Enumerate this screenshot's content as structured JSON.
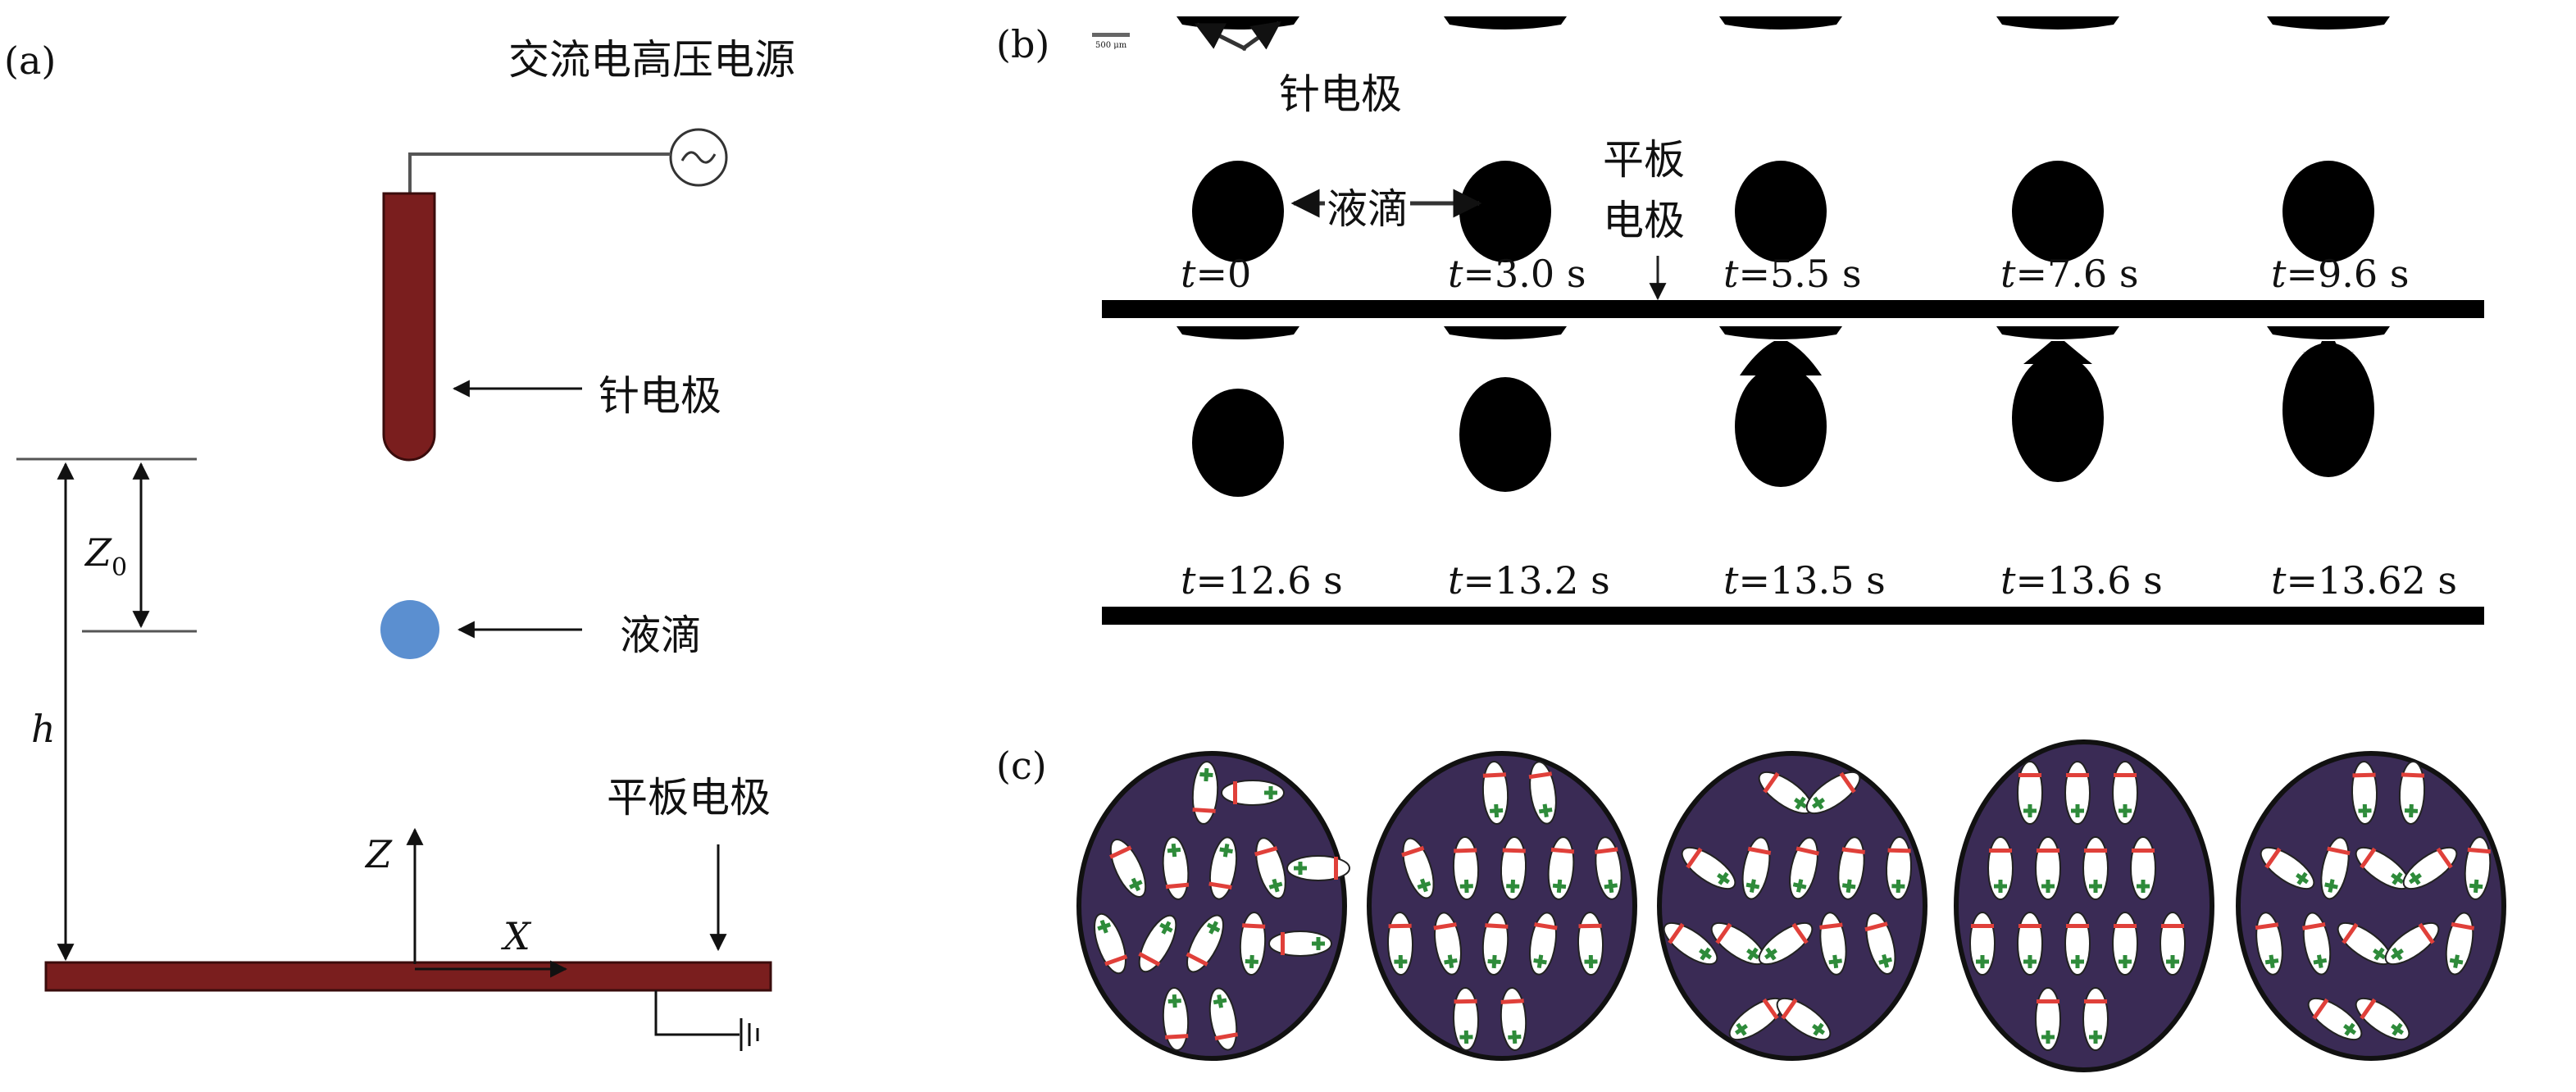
{
  "panel_a": {
    "label": "(a)",
    "power_source": "交流电高压电源",
    "needle_electrode": "针电极",
    "droplet": "液滴",
    "plate_electrode": "平板电极",
    "z0_label": "Z",
    "z0_sub": "0",
    "h_label": "h",
    "z_axis": "Z",
    "x_axis": "X",
    "colors": {
      "electrode": "#7a1e1e",
      "droplet": "#5b8fd0"
    }
  },
  "panel_b": {
    "label": "(b)",
    "scale_bar": "500 μm",
    "needle_electrode": "针电极",
    "droplet": "液滴",
    "plate_electrode_line1": "平板",
    "plate_electrode_line2": "电极",
    "row1_times": [
      "=0",
      "=3.0 s",
      "=5.5 s",
      "=7.6 s",
      "=9.6 s"
    ],
    "row2_times": [
      "=12.6 s",
      "=13.2 s",
      "=13.5 s",
      "=13.6 s",
      "=13.62 s"
    ],
    "time_symbol": "t"
  },
  "panel_c": {
    "label": "(c)",
    "colors": {
      "fill": "#3a2b55",
      "positive": "#2e8b3a",
      "negative": "#e0403a"
    }
  }
}
